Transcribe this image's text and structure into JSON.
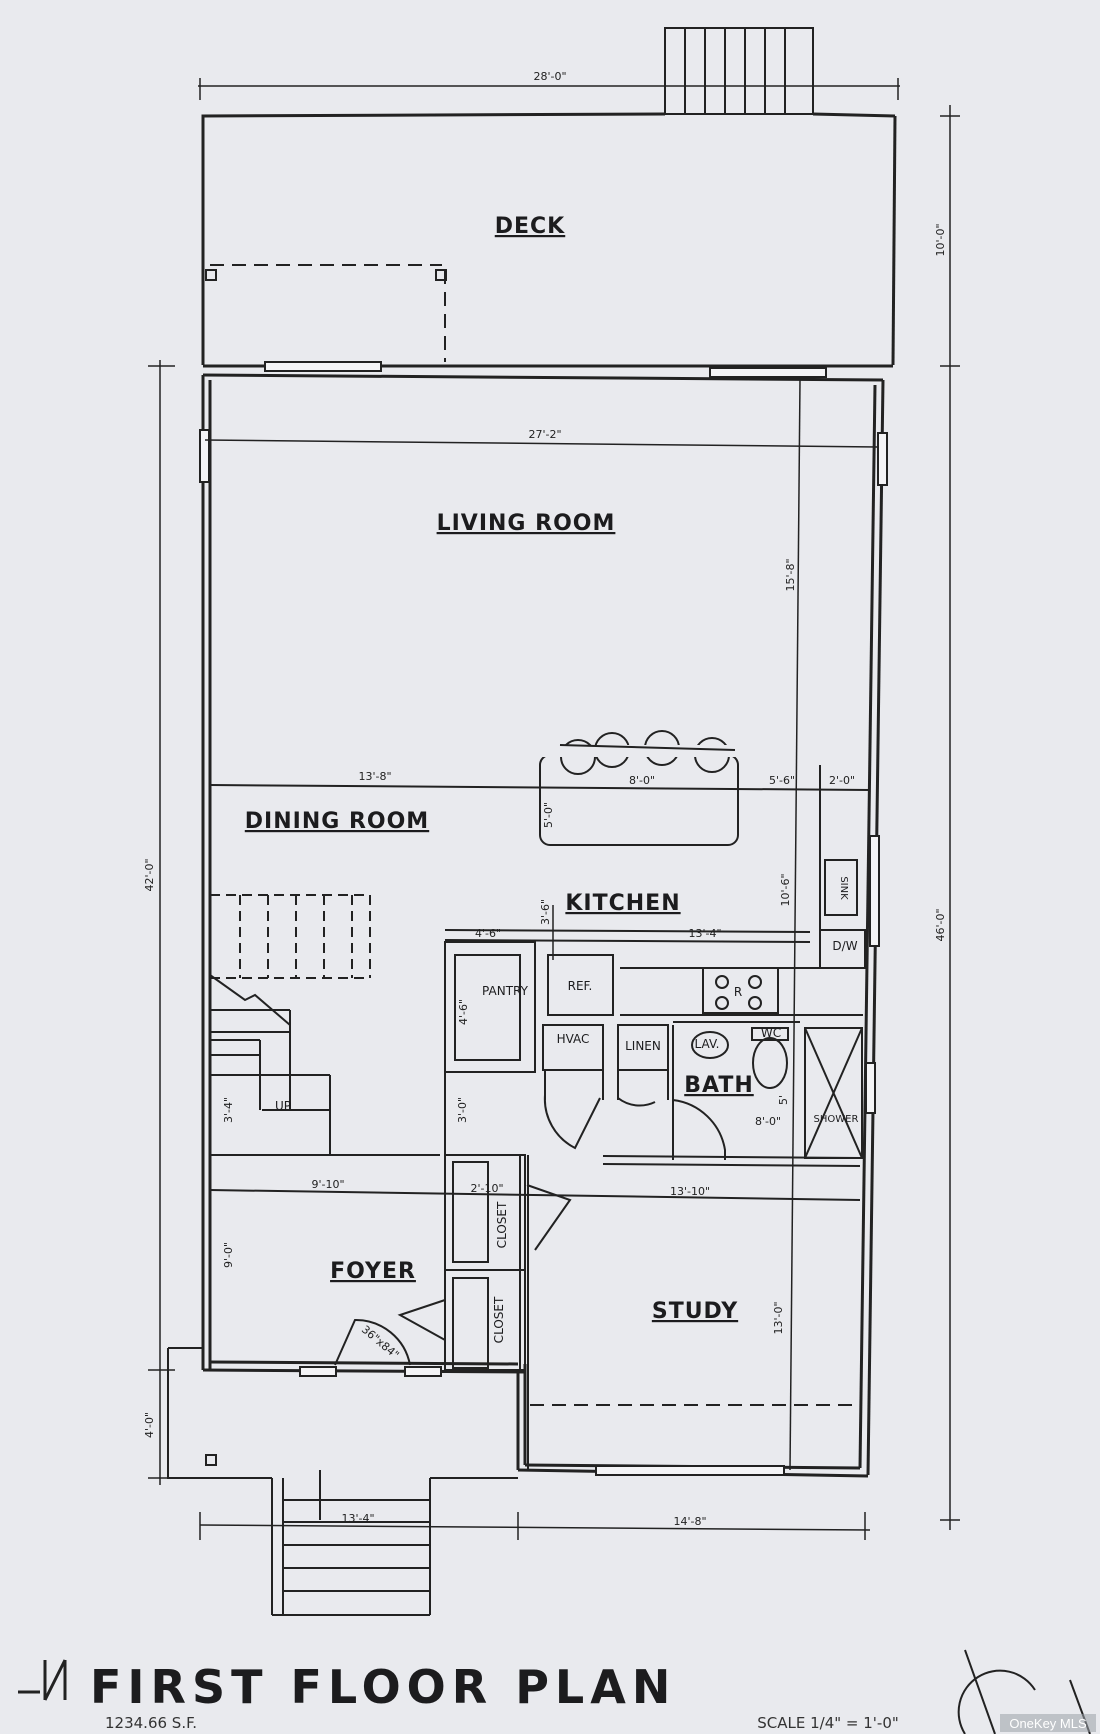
{
  "title": "FIRST FLOOR PLAN",
  "area": "1234.66 S.F.",
  "scale": "SCALE 1/4\" = 1'-0\"",
  "watermark": "OneKey MLS",
  "rooms": {
    "deck": "DECK",
    "living_room": "LIVING ROOM",
    "dining_room": "DINING ROOM",
    "kitchen": "KITCHEN",
    "pantry": "PANTRY",
    "ref": "REF.",
    "hvac": "HVAC",
    "linen": "LINEN",
    "lav": "LAV.",
    "wc": "WC",
    "bath": "BATH",
    "shower": "SHOWER",
    "sink": "SINK",
    "dw": "D/W",
    "foyer": "FOYER",
    "study": "STUDY",
    "closet1": "CLOSET",
    "closet2": "CLOSET",
    "up": "UP",
    "r": "R"
  },
  "dims": {
    "overall_width": "28'-0\"",
    "living_width": "27'-2\"",
    "deck_depth": "10'-0\"",
    "left_overall": "42'-0\"",
    "right_overall": "46'-0\"",
    "living_depth": "15'-8\"",
    "dining_width": "13'-8\"",
    "island_width": "8'-0\"",
    "island_depth": "5'-0\"",
    "kitchen_a": "5'-6\"",
    "kitchen_b": "2'-0\"",
    "kitchen_depth": "10'-6\"",
    "pantry_w": "4'-6\"",
    "pantry_gap": "3'-6\"",
    "kitchen_run": "13'-4\"",
    "pantry_depth": "4'-6\"",
    "hall_gap": "3'-0\"",
    "stair_gap": "3'-4\"",
    "bath_w": "8'-0\"",
    "bath_h": "5'",
    "foyer_width": "9'-10\"",
    "closet_w": "2'-10\"",
    "study_width": "13'-10\"",
    "foyer_depth": "9'-0\"",
    "study_depth": "13'-0\"",
    "door": "36\"x84\"",
    "porch_depth": "4'-0\"",
    "bottom_left": "13'-4\"",
    "bottom_right": "14'-8\""
  }
}
